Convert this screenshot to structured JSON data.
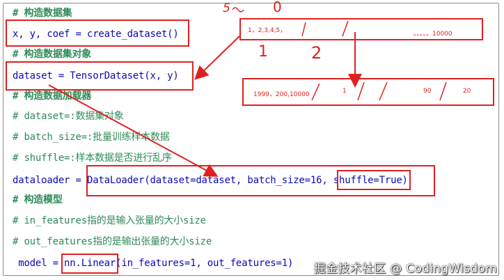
{
  "lines": [
    {
      "text": "# 构造数据集",
      "kind": "comment-bold"
    },
    {
      "text": "x, y, coef = create_dataset()",
      "kind": "code"
    },
    {
      "text": "# 构造数据集对象",
      "kind": "comment-bold"
    },
    {
      "text": "dataset = TensorDataset(x, y)",
      "kind": "code"
    },
    {
      "text": "# 构造数据加载器",
      "kind": "comment-bold"
    },
    {
      "text": "# dataset=:数据集对象",
      "kind": "comment"
    },
    {
      "text": "# batch_size=:批量训练样本数据",
      "kind": "comment"
    },
    {
      "text": "# shuffle=:样本数据是否进行乱序",
      "kind": "comment"
    },
    {
      "text": "dataloader = DataLoader(dataset=dataset, batch_size=16, shuffle=True)",
      "kind": "code"
    },
    {
      "text": "# 构造模型",
      "kind": "comment-bold"
    },
    {
      "text": "# in_features指的是输入张量的大小size",
      "kind": "comment"
    },
    {
      "text": "# out_features指的是输出张量的大小size",
      "kind": "comment"
    },
    {
      "text": " model = nn.Linear(in_features=1, out_features=1)",
      "kind": "code"
    }
  ],
  "annotations": {
    "top_left_mark": "5",
    "top_zero": "0",
    "box1_text": "1，2,3,4,5，",
    "box1_dots": "。。。。。10000",
    "hand_one": "1",
    "hand_two": "2",
    "box2_text": "1999，200,10000",
    "box2_one": "1",
    "box2_ninety": "90",
    "box2_twenty": "20"
  },
  "watermark": "掘金技术社区 @ CodingWisdom",
  "colors": {
    "comment": "#2e8b57",
    "code": "#0a0ab4",
    "annotation": "#e02020"
  }
}
